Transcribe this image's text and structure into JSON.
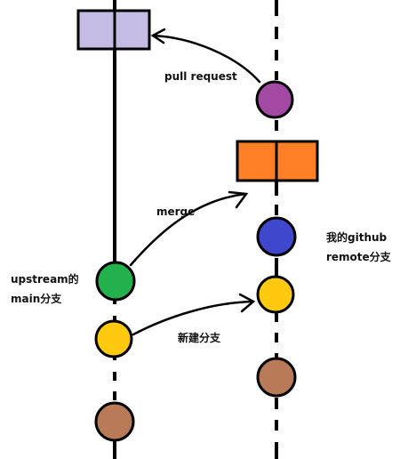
{
  "labels": {
    "pull_request": "pull request",
    "merge": "merge",
    "new_branch": "新建分支",
    "remote_line1": "我的github",
    "remote_line2": "remote分支",
    "main_line1": "upstream的",
    "main_line2": "main分支"
  },
  "colors": {
    "line": "#000000",
    "pr_box_fill": "#c4bce4",
    "merge_box_fill": "#ff7f27",
    "commit_purple": "#a349a4",
    "commit_blue": "#3f48cc",
    "commit_yellow": "#ffc90e",
    "commit_brown": "#b97a57",
    "commit_green": "#22b14c"
  }
}
